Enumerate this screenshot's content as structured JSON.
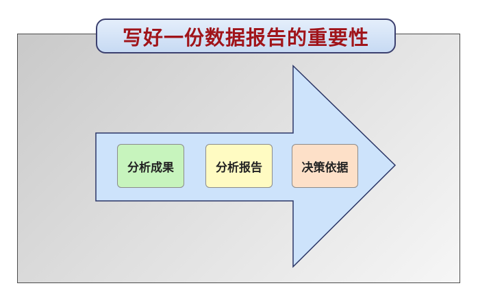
{
  "title": "写好一份数据报告的重要性",
  "steps": [
    {
      "label": "分析成果",
      "color": "#c7f4bd"
    },
    {
      "label": "分析报告",
      "color": "#fffbc2"
    },
    {
      "label": "决策依据",
      "color": "#fde0c8"
    }
  ],
  "colors": {
    "title_text": "#a0141a",
    "title_bg": "#d6e4f7",
    "arrow_fill": "#cde3fb",
    "arrow_stroke": "#2a3566"
  }
}
